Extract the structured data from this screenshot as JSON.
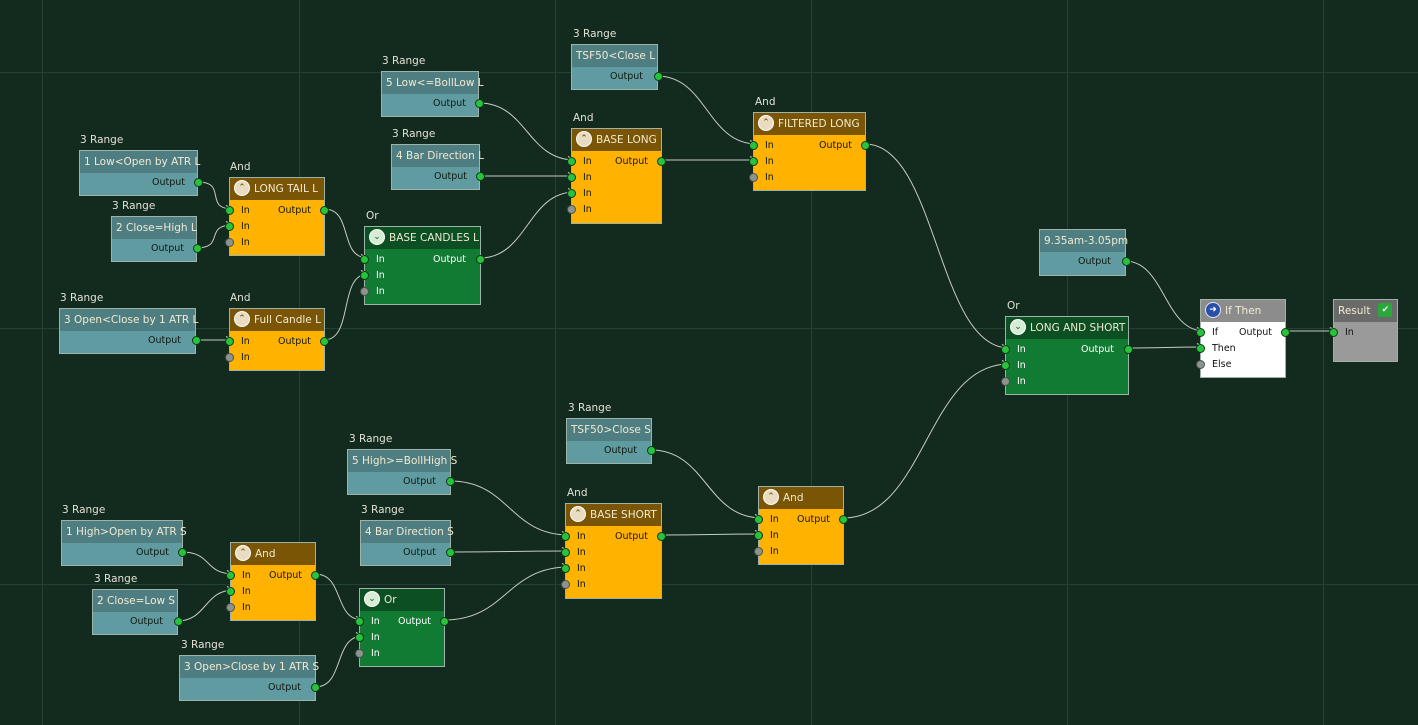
{
  "nodes": {
    "n1": {
      "caption": "3 Range",
      "name": "1 Low<Open by ATR L",
      "out": "Output"
    },
    "n2": {
      "caption": "3 Range",
      "name": "2 Close=High L",
      "out": "Output"
    },
    "n3": {
      "caption": "3 Range",
      "name": "3 Open<Close by 1 ATR L",
      "out": "Output"
    },
    "n4": {
      "caption": "3 Range",
      "name": "5 Low<=BollLow L",
      "out": "Output"
    },
    "n5": {
      "caption": "3 Range",
      "name": "4 Bar Direction L",
      "out": "Output"
    },
    "n6": {
      "caption": "3 Range",
      "name": "TSF50<Close L",
      "out": "Output"
    },
    "a1": {
      "caption": "And",
      "name": "LONG TAIL L",
      "inputs": [
        "In",
        "In",
        "In"
      ],
      "out": "Output"
    },
    "a2": {
      "caption": "And",
      "name": "Full Candle L",
      "inputs": [
        "In",
        "In"
      ],
      "out": "Output"
    },
    "o1": {
      "caption": "Or",
      "name": "BASE CANDLES L",
      "inputs": [
        "In",
        "In",
        "In"
      ],
      "out": "Output"
    },
    "a3": {
      "caption": "And",
      "name": "BASE LONG",
      "inputs": [
        "In",
        "In",
        "In",
        "In"
      ],
      "out": "Output"
    },
    "a4": {
      "caption": "And",
      "name": "FILTERED LONG",
      "inputs": [
        "In",
        "In",
        "In"
      ],
      "out": "Output"
    },
    "t1": {
      "caption": "",
      "name": "9.35am-3.05pm",
      "out": "Output"
    },
    "o3": {
      "caption": "Or",
      "name": "LONG AND SHORT",
      "inputs": [
        "In",
        "In",
        "In"
      ],
      "out": "Output"
    },
    "if": {
      "caption": "",
      "name": "If Then",
      "inputs": [
        "If",
        "Then",
        "Else"
      ],
      "out": "Output"
    },
    "res": {
      "caption": "",
      "name": "Result",
      "inputs": [
        "In"
      ]
    },
    "s1": {
      "caption": "3 Range",
      "name": "1 High>Open by ATR S",
      "out": "Output"
    },
    "s2": {
      "caption": "3 Range",
      "name": "2 Close=Low S",
      "out": "Output"
    },
    "s3": {
      "caption": "3 Range",
      "name": "3 Open>Close by 1 ATR S",
      "out": "Output"
    },
    "s4": {
      "caption": "3 Range",
      "name": "5 High>=BollHigh S",
      "out": "Output"
    },
    "s5": {
      "caption": "3 Range",
      "name": "4 Bar Direction S",
      "out": "Output"
    },
    "s6": {
      "caption": "3 Range",
      "name": "TSF50>Close S",
      "out": "Output"
    },
    "a5": {
      "caption": "",
      "name": "And",
      "inputs": [
        "In",
        "In",
        "In"
      ],
      "out": "Output"
    },
    "o2": {
      "caption": "",
      "name": "Or",
      "inputs": [
        "In",
        "In",
        "In"
      ],
      "out": "Output"
    },
    "a6": {
      "caption": "And",
      "name": "BASE SHORT",
      "inputs": [
        "In",
        "In",
        "In",
        "In"
      ],
      "out": "Output"
    },
    "a7": {
      "caption": "",
      "name": "And",
      "inputs": [
        "In",
        "In",
        "In"
      ],
      "out": "Output"
    }
  },
  "icons": {
    "and": "chevron-up-circle-icon",
    "or": "chevron-down-circle-icon",
    "ifthen": "right-arrow-circle-icon",
    "result": "checkmark-icon"
  },
  "colors": {
    "canvas": "#132a1f",
    "data_node": "#5f9ba1",
    "and_node": "#ffb200",
    "or_node": "#117a33",
    "port_connected": "#29c23c",
    "port_empty": "#8d9490",
    "wire": "#c7cbc5"
  }
}
